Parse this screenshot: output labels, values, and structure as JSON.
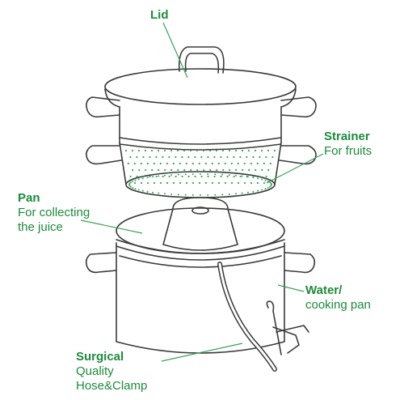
{
  "colors": {
    "label_green": "#1e8a3c",
    "line_green": "#3aa35a",
    "outline": "#3a3a3a"
  },
  "labels": {
    "lid": {
      "title": "Lid"
    },
    "strainer": {
      "title": "Strainer",
      "sub": "For fruits"
    },
    "pan": {
      "title": "Pan",
      "sub1": "For collecting",
      "sub2": "the juice"
    },
    "water": {
      "title": "Water/",
      "sub": "cooking pan"
    },
    "surgical": {
      "title": "Surgical",
      "sub1": "Quality",
      "sub2": "Hose&Clamp"
    }
  }
}
